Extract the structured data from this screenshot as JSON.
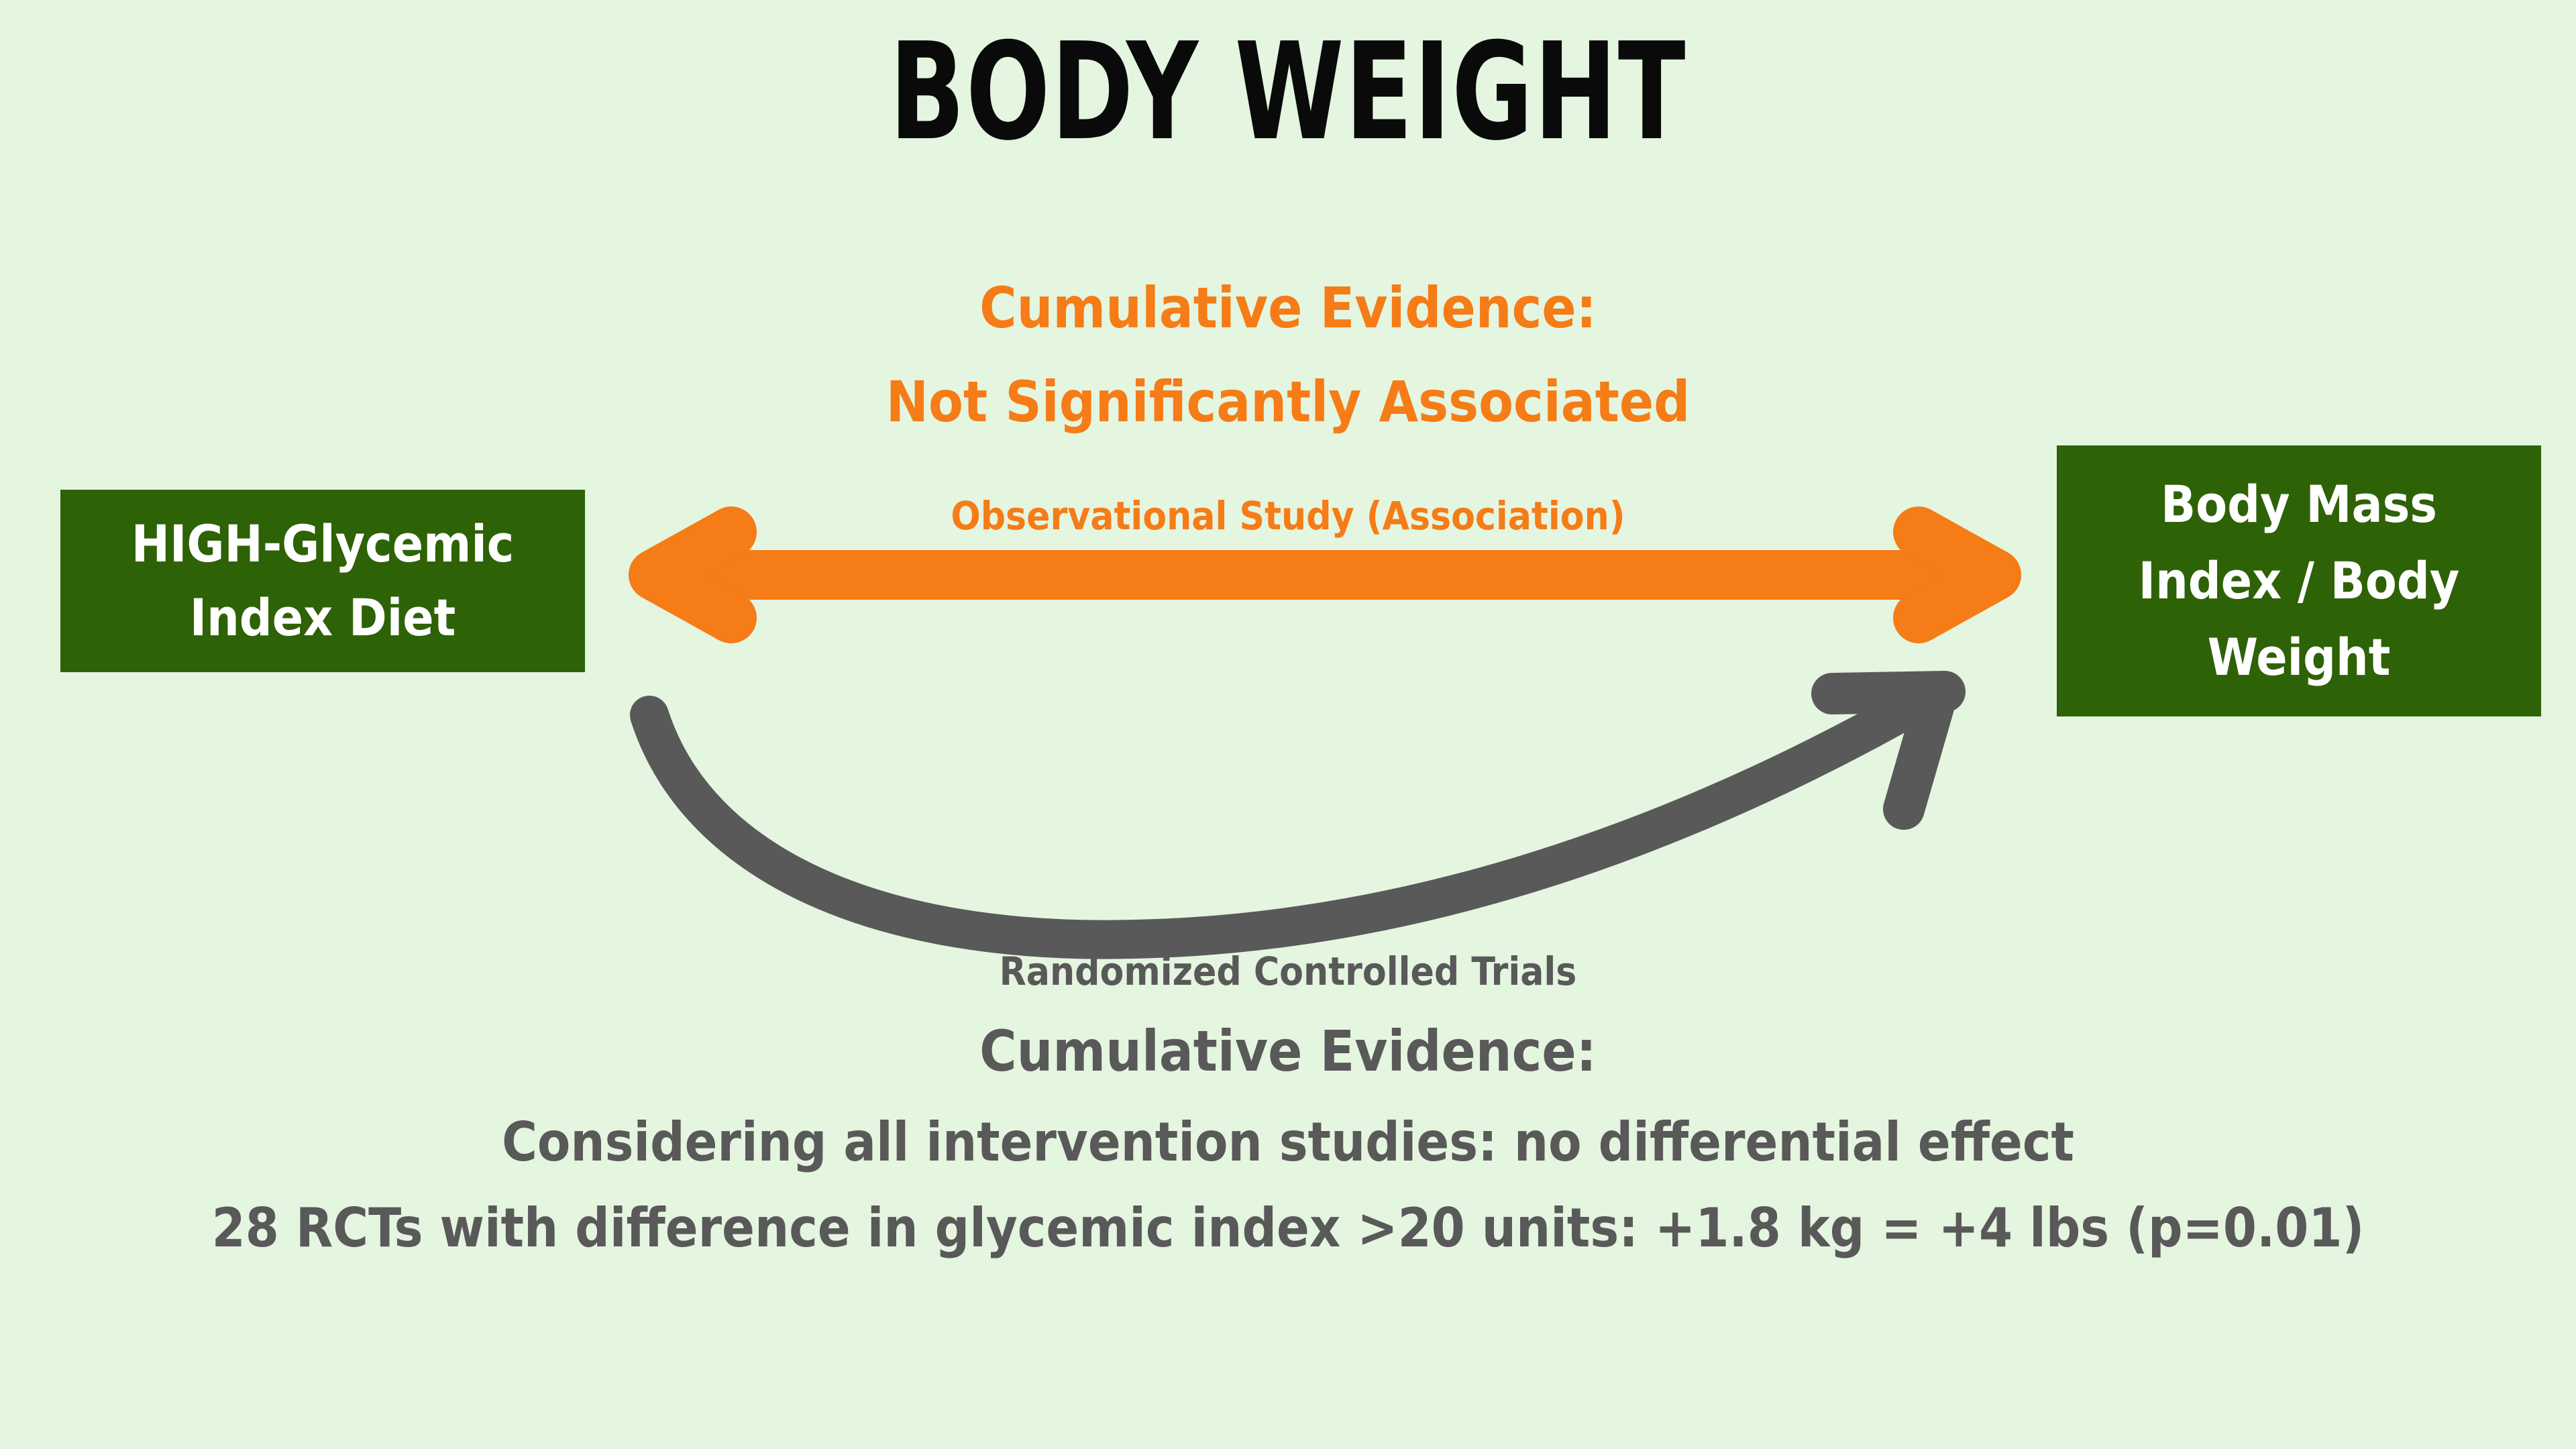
{
  "colors": {
    "background": "#e4f5e0",
    "node_green": "#2e6206",
    "orange_accent": "#f57c16",
    "gray_accent": "#595959",
    "title_black": "#0a0a0a",
    "node_text": "#ffffff"
  },
  "page_title": "BODY WEIGHT",
  "observational": {
    "cumulative_line1": "Cumulative Evidence:",
    "cumulative_line2": "Not Significantly Associated",
    "arrow_label": "Observational Study (Association)",
    "arrow_icon": "double-headed-arrow-icon"
  },
  "nodes": {
    "left": {
      "line1": "HIGH-Glycemic",
      "line2": "Index Diet"
    },
    "right": {
      "line1": "Body Mass",
      "line2": "Index / Body",
      "line3": "Weight"
    }
  },
  "rct": {
    "arrow_label": "Randomized Controlled Trials",
    "arrow_icon": "curved-arrow-right-icon",
    "cumulative_heading": "Cumulative Evidence:",
    "conclusion_line1": "Considering all intervention studies: no differential effect",
    "conclusion_line2": "28 RCTs with difference in glycemic index >20 units: +1.8 kg = +4 lbs (p=0.01)"
  }
}
